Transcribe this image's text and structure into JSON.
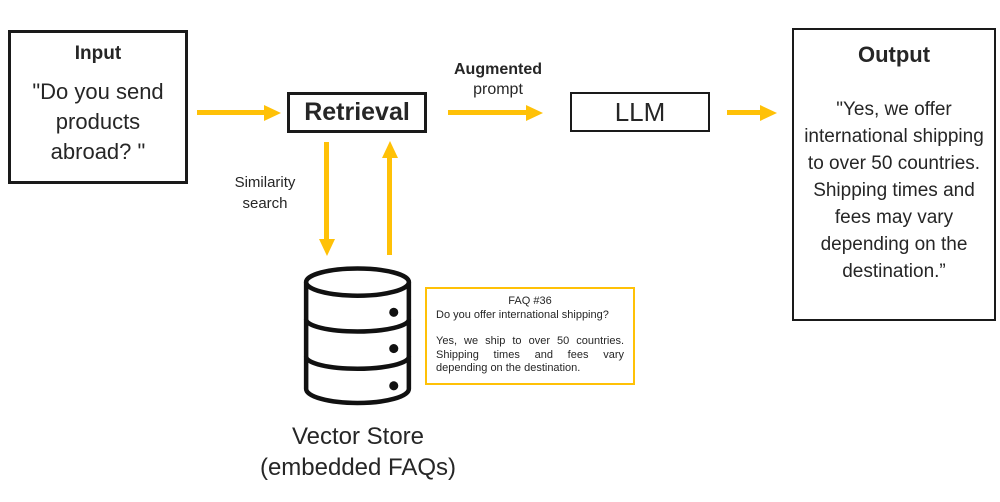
{
  "colors": {
    "arrow_yellow": "#FFC107",
    "faq_border_yellow": "#FFC107",
    "box_border_black": "#1a1a1a",
    "text": "#262626",
    "background": "#FFFFFF"
  },
  "input": {
    "title": "Input",
    "quote": "\"Do you send products abroad? \""
  },
  "flow": {
    "retrieval_label": "Retrieval",
    "augmented_line1": "Augmented",
    "augmented_line2": "prompt",
    "llm_label": "LLM",
    "similarity_line1": "Similarity",
    "similarity_line2": "search"
  },
  "output": {
    "title": "Output",
    "quote": "\"Yes, we offer international shipping to over 50 countries. Shipping times and fees may vary depending on the destination.”"
  },
  "faq_note": {
    "title": "FAQ #36",
    "question": "Do you offer international shipping?",
    "answer": "Yes, we ship to over 50 countries. Shipping times and fees vary depending on the destination."
  },
  "vector_store": {
    "line1": "Vector Store",
    "line2": "(embedded FAQs)"
  },
  "icons": {
    "database": "database-cylinder-icon"
  }
}
